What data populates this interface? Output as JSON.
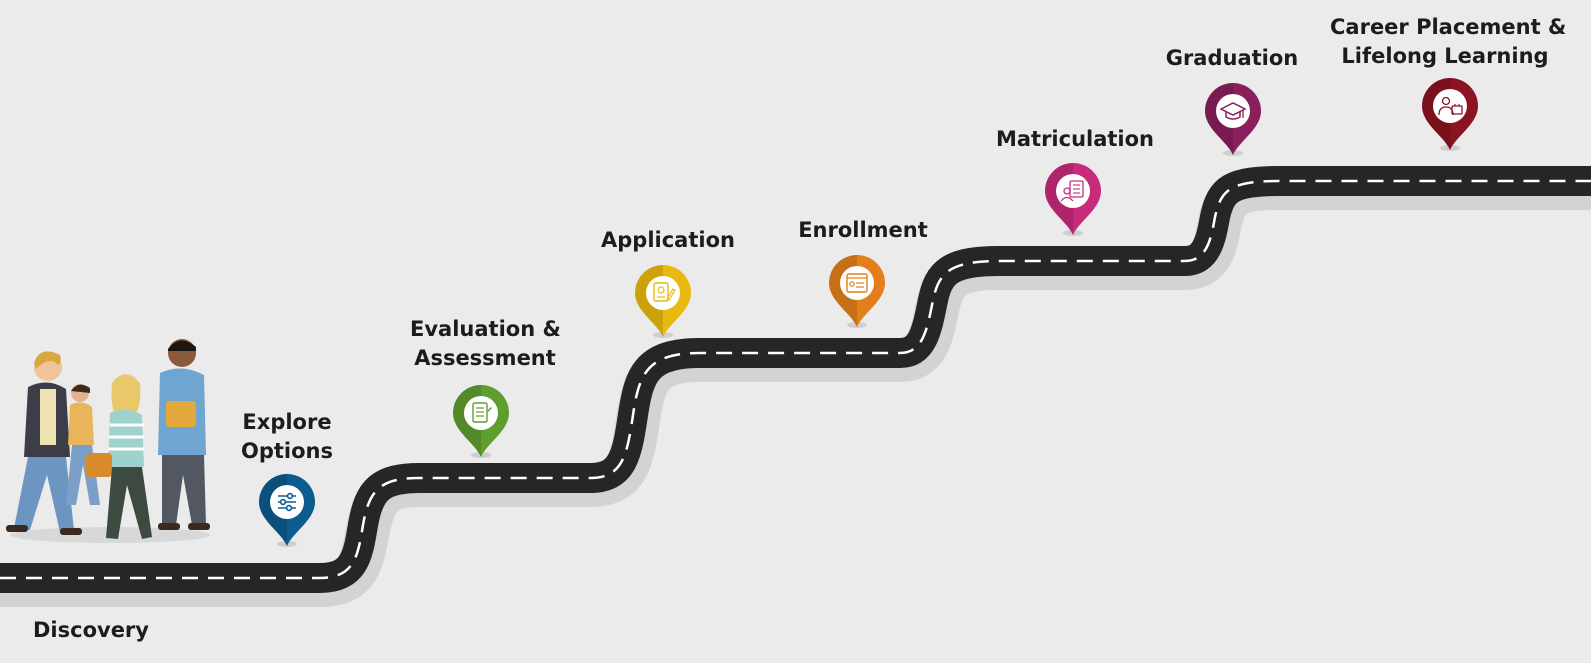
{
  "stages": [
    {
      "id": "discovery",
      "lines": [
        "Discovery"
      ],
      "color": null,
      "icon": null
    },
    {
      "id": "explore",
      "lines": [
        "Explore",
        "Options"
      ],
      "color": "#0d5c8f",
      "icon": "sliders-icon"
    },
    {
      "id": "evaluation",
      "lines": [
        "Evaluation &",
        "Assessment"
      ],
      "color": "#5e9e2f",
      "icon": "document-list-icon"
    },
    {
      "id": "application",
      "lines": [
        "Application"
      ],
      "color": "#e8b90e",
      "icon": "certificate-pen-icon"
    },
    {
      "id": "enrollment",
      "lines": [
        "Enrollment"
      ],
      "color": "#e37f1b",
      "icon": "registration-form-icon"
    },
    {
      "id": "matriculation",
      "lines": [
        "Matriculation"
      ],
      "color": "#c82b7a",
      "icon": "checklist-student-icon"
    },
    {
      "id": "graduation",
      "lines": [
        "Graduation"
      ],
      "color": "#8a1f5c",
      "icon": "graduation-cap-icon"
    },
    {
      "id": "career",
      "lines": [
        "Career Placement &",
        "Lifelong Learning"
      ],
      "color": "#8a1422",
      "icon": "professional-briefcase-icon"
    }
  ],
  "colors": {
    "background": "#ebebeb",
    "road": "#262626",
    "road_shadow": "#d3d3d3",
    "road_dash": "#ffffff",
    "text": "#1c1c1c"
  }
}
